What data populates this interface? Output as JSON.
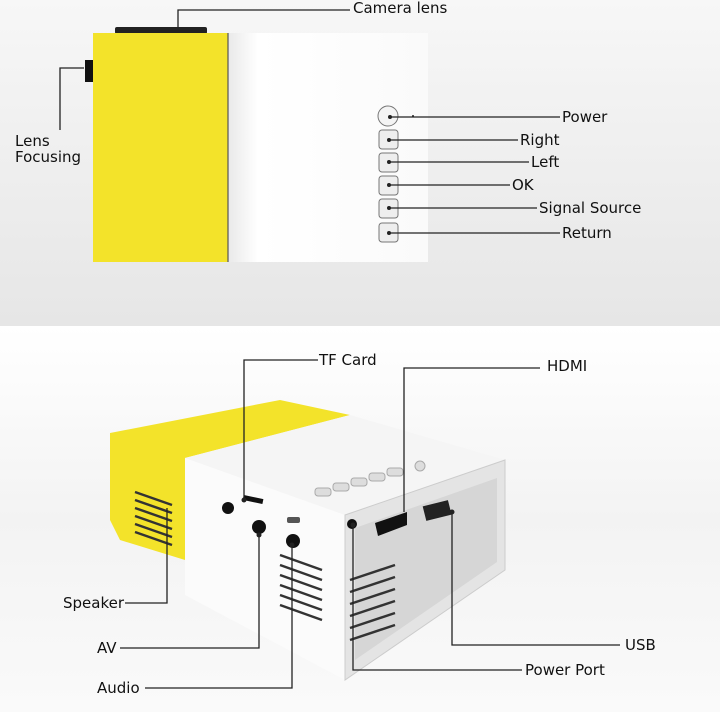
{
  "top_view": {
    "labels": {
      "camera_lens": "Camera lens",
      "lens_focusing_line1": "Lens",
      "lens_focusing_line2": "Focusing",
      "power": "Power",
      "right": "Right",
      "left": "Left",
      "ok": "OK",
      "signal_source": "Signal Source",
      "return": "Return"
    }
  },
  "port_view": {
    "labels": {
      "tf_card": "TF Card",
      "hdmi": "HDMI",
      "speaker": "Speaker",
      "av": "AV",
      "audio": "Audio",
      "usb": "USB",
      "power_port": "Power Port"
    }
  },
  "colors": {
    "yellow": "#f3e32a",
    "white_body": "#fbfbfb",
    "background": "#ebebeb"
  }
}
